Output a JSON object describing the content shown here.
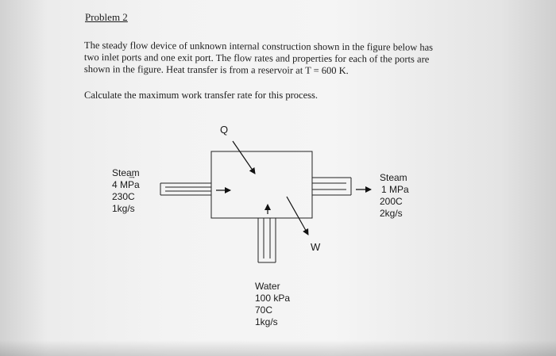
{
  "problem": {
    "title": "Problem 2",
    "lines": [
      "The steady flow device of unknown internal construction shown in the figure below has",
      "two inlet ports and one exit port.  The flow rates and properties for each of the ports are",
      "shown in the figure.  Heat transfer is from a reservoir at T = 600 K."
    ],
    "question": "Calculate the maximum work transfer rate for this process."
  },
  "figure": {
    "heat_label": "Q",
    "work_label": "W",
    "inlet_steam": {
      "name": "Stea͢m",
      "pressure": "4 MPa",
      "temperature": "230C",
      "flow": "1kg/s"
    },
    "outlet_steam": {
      "name": "Steam",
      "pressure": "1 MPa",
      "temperature": "200C",
      "flow": "2kg/s"
    },
    "inlet_water": {
      "name": "Water",
      "pressure": "100 kPa",
      "temperature": "70C",
      "flow": "1kg/s"
    }
  }
}
